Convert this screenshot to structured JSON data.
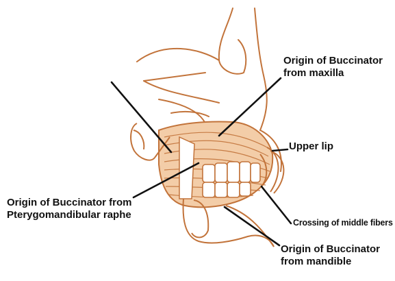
{
  "figure": {
    "stroke_color": "#c2733a",
    "fill_color": "#f3cda8",
    "leader_color": "#111111"
  },
  "labels": {
    "maxilla_line1": "Origin of Buccinator",
    "maxilla_line2": "from maxilla",
    "upper_lip": "Upper lip",
    "raphe_line1": "Origin of Buccinator from",
    "raphe_line2": "Pterygomandibular raphe",
    "crossing": "Crossing of middle fibers",
    "mandible_line1": "Origin of Buccinator",
    "mandible_line2": "from mandible"
  }
}
